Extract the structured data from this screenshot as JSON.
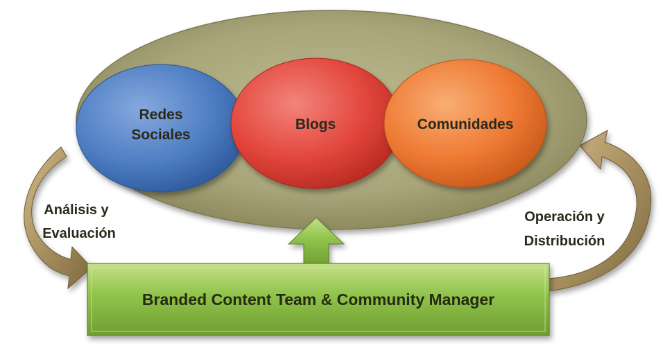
{
  "nodes": {
    "redes": {
      "line1": "Redes",
      "line2": "Sociales",
      "color": "#4f7ec4"
    },
    "blogs": {
      "label": "Blogs",
      "color": "#e2463c"
    },
    "comunidades": {
      "label": "Comunidades",
      "color": "#ef7a34"
    }
  },
  "container": {
    "color": "#a9a57a"
  },
  "team": {
    "label": "Branded Content Team & Community Manager",
    "color": "#88bc45"
  },
  "cycle": {
    "left": {
      "line1": "Análisis y",
      "line2": "Evaluación"
    },
    "right": {
      "line1": "Operación y",
      "line2": "Distribución"
    },
    "arrow_color": "#a8905f"
  }
}
